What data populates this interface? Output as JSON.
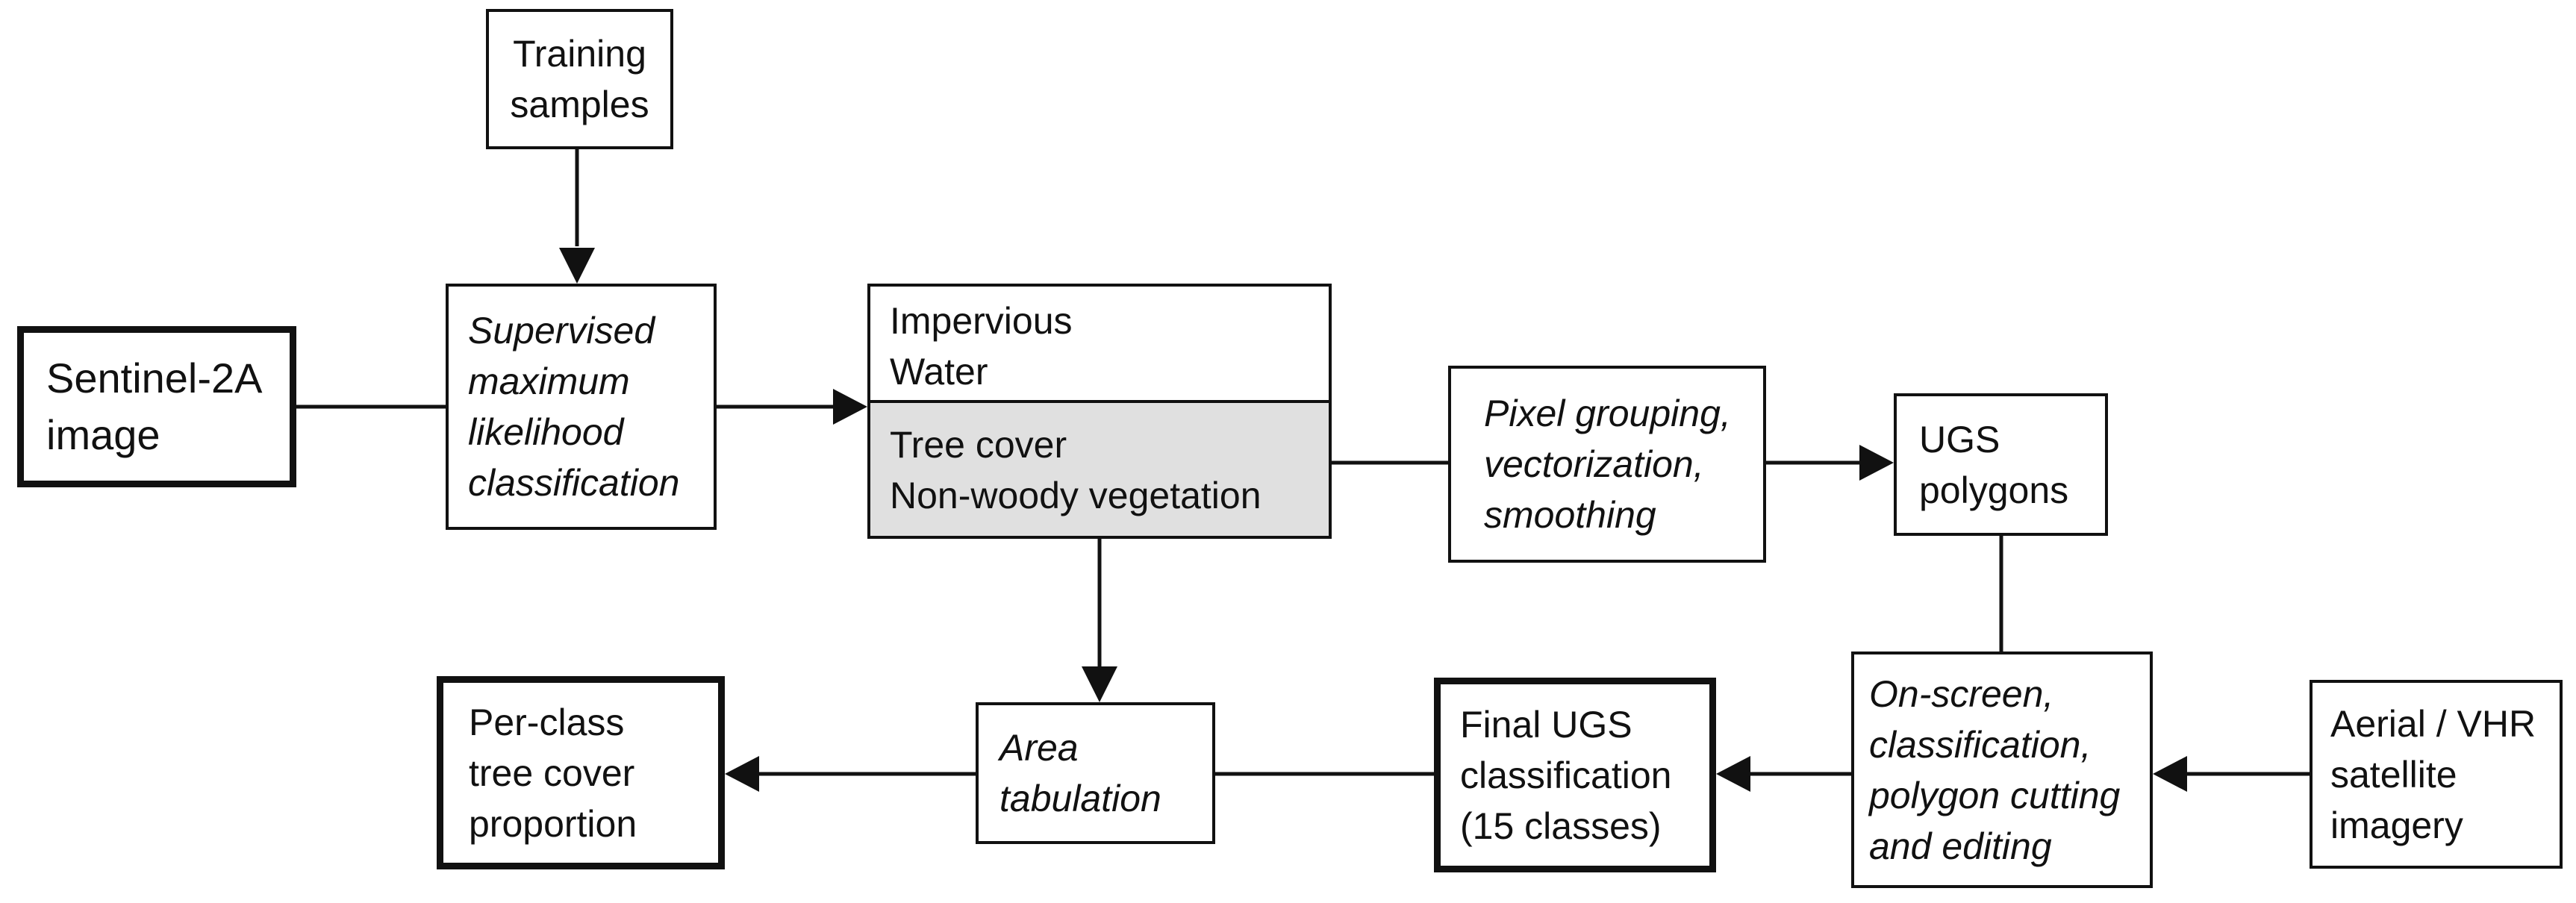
{
  "nodes": {
    "training": {
      "lines": [
        "Training",
        "samples"
      ]
    },
    "sentinel": {
      "lines": [
        "Sentinel-2A",
        "image"
      ]
    },
    "supervised": {
      "lines": [
        "Supervised",
        "maximum",
        "likelihood",
        "classification"
      ]
    },
    "classes": {
      "top_lines": [
        "Impervious",
        "Water"
      ],
      "bottom_lines": [
        "Tree cover",
        "Non-woody vegetation"
      ],
      "bottom_fill": "#e0e0e0"
    },
    "pixel": {
      "lines": [
        "Pixel grouping,",
        "vectorization,",
        "smoothing"
      ]
    },
    "ugs_polygons": {
      "lines": [
        "UGS",
        "polygons"
      ]
    },
    "onscreen": {
      "lines": [
        "On-screen,",
        "classification,",
        "polygon cutting",
        "and editing"
      ]
    },
    "aerial": {
      "lines": [
        "Aerial / VHR",
        "satellite",
        "imagery"
      ]
    },
    "final": {
      "lines": [
        "Final UGS",
        "classification",
        "(15 classes)"
      ]
    },
    "area": {
      "lines": [
        "Area",
        "tabulation"
      ]
    },
    "perclass": {
      "lines": [
        "Per-class",
        "tree cover",
        "proportion"
      ]
    }
  },
  "colors": {
    "line": "#111111",
    "background": "#ffffff"
  }
}
